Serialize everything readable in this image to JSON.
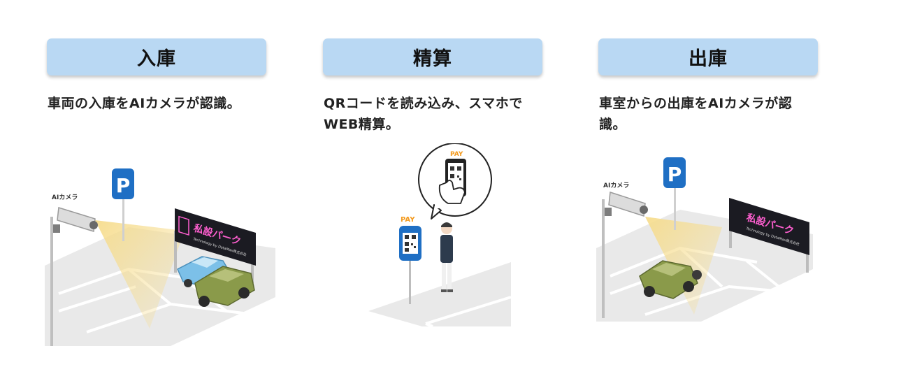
{
  "steps": [
    {
      "title": "入庫",
      "description": "車両の入庫をAIカメラが認識。",
      "camera_label": "AIカメラ",
      "parking_sign": "P",
      "banner_title": "私設パーク",
      "banner_sub": "Technology by DataMax株式会社"
    },
    {
      "title": "精算",
      "description": "QRコードを読み込み、スマホでWEB精算。",
      "pay_label": "PAY",
      "bubble_pay_label": "PAY"
    },
    {
      "title": "出庫",
      "description": "車室からの出庫をAIカメラが認識。",
      "camera_label": "AIカメラ",
      "parking_sign": "P",
      "banner_title": "私設パーク",
      "banner_sub": "Technology by DataMax株式会社"
    }
  ],
  "colors": {
    "pill": "#b9d8f3",
    "sign_blue": "#1f6fc4",
    "car_blue": "#7cc0e8",
    "car_olive": "#8a9a4a",
    "banner": "#1b1b22",
    "banner_text": "#ff5fd0",
    "pay_orange": "#f39a1e",
    "camera_beam": "#f7e2a0"
  }
}
